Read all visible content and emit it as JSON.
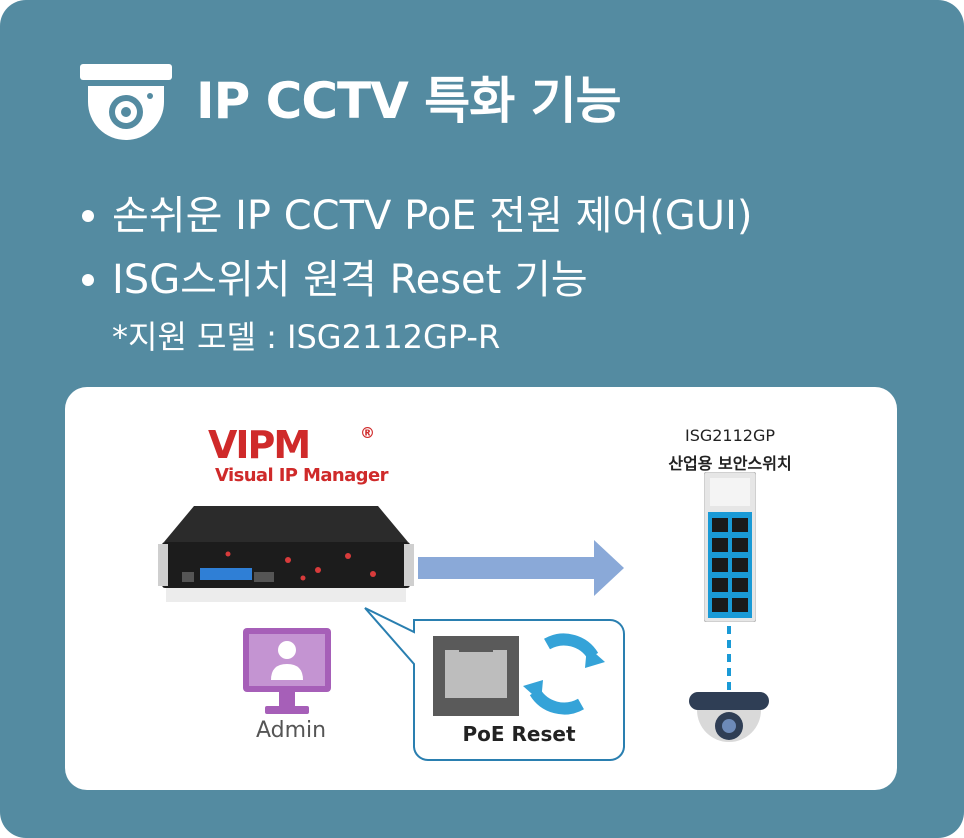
{
  "header": {
    "title": "IP CCTV 특화 기능",
    "icon": "dome-camera-icon"
  },
  "features": [
    "손쉬운 IP CCTV PoE 전원 제어(GUI)",
    "ISG스위치 원격 Reset 기능"
  ],
  "note": "*지원 모델 : ISG2112GP-R",
  "diagram": {
    "logo_text": "VIPM",
    "logo_registered": "®",
    "logo_subtitle": "Visual IP Manager",
    "admin_label": "Admin",
    "poe_reset_label": "PoE Reset",
    "switch_model": "ISG2112GP",
    "switch_name": "산업용 보안스위치"
  },
  "colors": {
    "background": "#548ba1",
    "panel": "#ffffff",
    "brand_red": "#cf2a2a",
    "arrow": "#8aa9d8",
    "callout_border": "#2a7fb0",
    "admin_purple": "#a65fb8",
    "switch_blue": "#1a9ad6"
  }
}
